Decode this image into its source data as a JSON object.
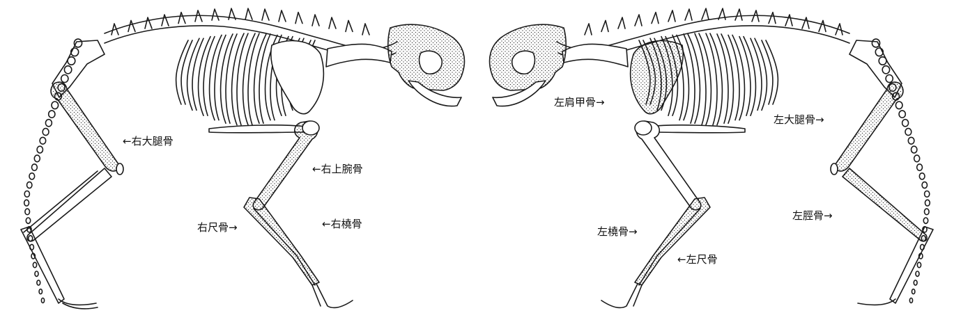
{
  "labels": {
    "right_femur": "←右大腿骨",
    "right_humerus": "←右上腕骨",
    "right_ulna": "右尺骨→",
    "right_radius": "←右橈骨",
    "left_scapula": "左肩甲骨→",
    "left_femur": "左大腿骨→",
    "left_radius": "左橈骨→",
    "left_ulna": "←左尺骨",
    "left_tibia": "左脛骨→"
  },
  "colors": {
    "line": "#1a1a1a",
    "background": "#ffffff"
  }
}
